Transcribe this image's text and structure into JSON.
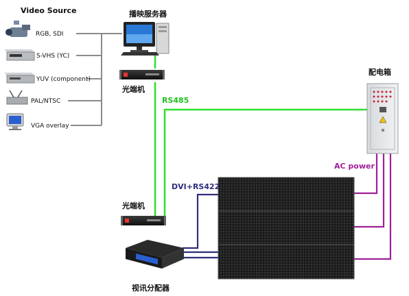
{
  "labels": {
    "video_source": "Video Source",
    "server": "播映服务器",
    "optical_top": "光端机",
    "optical_bottom": "光端机",
    "distributor": "视讯分配器",
    "power_cabinet": "配电箱",
    "rs485": "RS485",
    "dvi_rs422": "DVI+RS422",
    "ac_power": "AC power"
  },
  "sources": [
    {
      "label": "RGB, SDI",
      "icon": "camcorder-icon"
    },
    {
      "label": "S-VHS (YC)",
      "icon": "vcr-icon"
    },
    {
      "label": "YUV (component)",
      "icon": "dvd-player-icon"
    },
    {
      "label": "PAL/NTSC",
      "icon": "tv-tuner-icon"
    },
    {
      "label": "VGA overlay",
      "icon": "computer-monitor-icon"
    }
  ],
  "colors": {
    "rs485_line": "#2ee02e",
    "data_line": "#2d2d7a",
    "ac_line": "#a01e9a",
    "source_line": "#8a8a8a",
    "rs485_text": "#1fc01f",
    "dvi_text": "#2d2d7a",
    "ac_text": "#a01e9a"
  }
}
